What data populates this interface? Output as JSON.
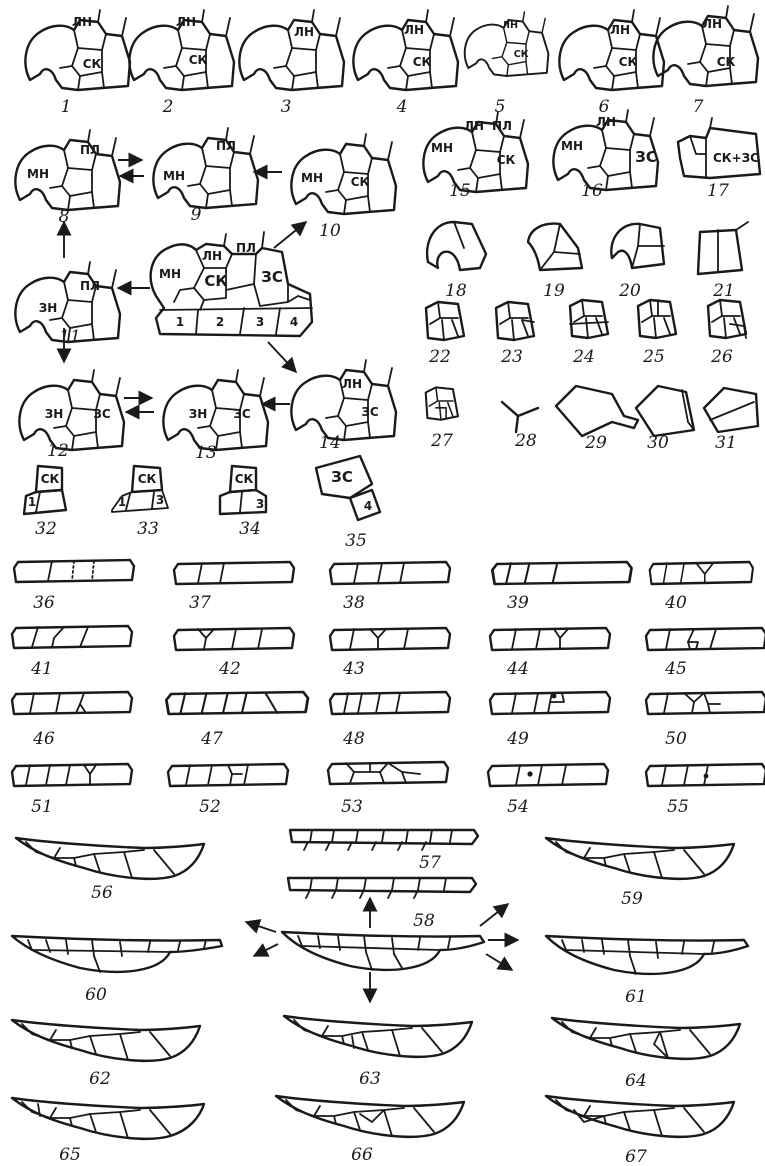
{
  "figure_numbers": [
    "1",
    "2",
    "3",
    "4",
    "5",
    "6",
    "7",
    "8",
    "9",
    "10",
    "11",
    "12",
    "13",
    "14",
    "15",
    "16",
    "17",
    "18",
    "19",
    "20",
    "21",
    "22",
    "23",
    "24",
    "25",
    "26",
    "27",
    "28",
    "29",
    "30",
    "31",
    "32",
    "33",
    "34",
    "35",
    "36",
    "37",
    "38",
    "39",
    "40",
    "41",
    "42",
    "43",
    "44",
    "45",
    "46",
    "47",
    "48",
    "49",
    "50",
    "51",
    "52",
    "53",
    "54",
    "55",
    "56",
    "57",
    "58",
    "59",
    "60",
    "61",
    "62",
    "63",
    "64",
    "65",
    "66",
    "67"
  ],
  "cell_labels": {
    "ln": "ЛН",
    "sk": "СК",
    "pl": "ПЛ",
    "mn": "МН",
    "zs": "ЗС",
    "zn": "ЗН",
    "sk_zs": "СК+ЗС",
    "c1": "1",
    "c2": "2",
    "c3": "3",
    "c4": "4"
  },
  "colors": {
    "ink": "#1a1a1a",
    "paper": "#ffffff"
  }
}
